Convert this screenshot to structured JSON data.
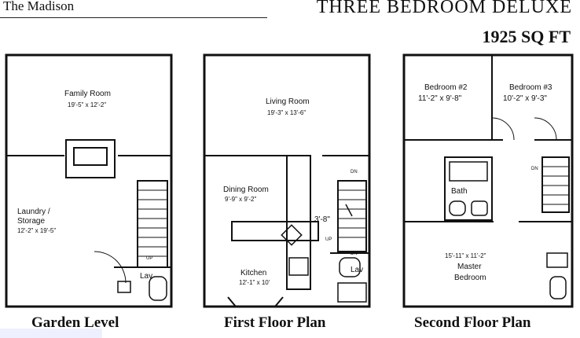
{
  "header": {
    "building_name": "The Madison",
    "unit_type": "THREE BEDROOM DELUXE",
    "area": "1925 SQ FT"
  },
  "plans": [
    {
      "caption": "Garden Level",
      "rooms": [
        {
          "name": "Family Room",
          "size": "19'-5\" x 12'-2\""
        },
        {
          "name": "Laundry /",
          "name2": "Storage",
          "size": "12'-2\" x 19'-5\""
        },
        {
          "name": "Lav"
        }
      ],
      "stair_note": "UP"
    },
    {
      "caption": "First Floor Plan",
      "rooms": [
        {
          "name": "Living Room",
          "size": "19'-3\" x 13'-6\""
        },
        {
          "name": "Dining Room",
          "size": "9'-9\" x 9'-2\""
        },
        {
          "name": "Kitchen",
          "size": "12'-1\" x 10'"
        },
        {
          "name": "Lav"
        }
      ],
      "hall_dim": "3'-8\"",
      "notes": [
        "DN",
        "UP",
        "DN"
      ]
    },
    {
      "caption": "Second Floor Plan",
      "rooms": [
        {
          "name": "Bedroom #2",
          "size": "11'-2\" x 9'-8\""
        },
        {
          "name": "Bedroom #3",
          "size": "10'-2\" x 9'-3\""
        },
        {
          "name": "Bath"
        },
        {
          "name": "Master",
          "name2": "Bedroom",
          "size": "15'-11\" x 11'-2\""
        }
      ],
      "notes": [
        "DN"
      ]
    }
  ]
}
